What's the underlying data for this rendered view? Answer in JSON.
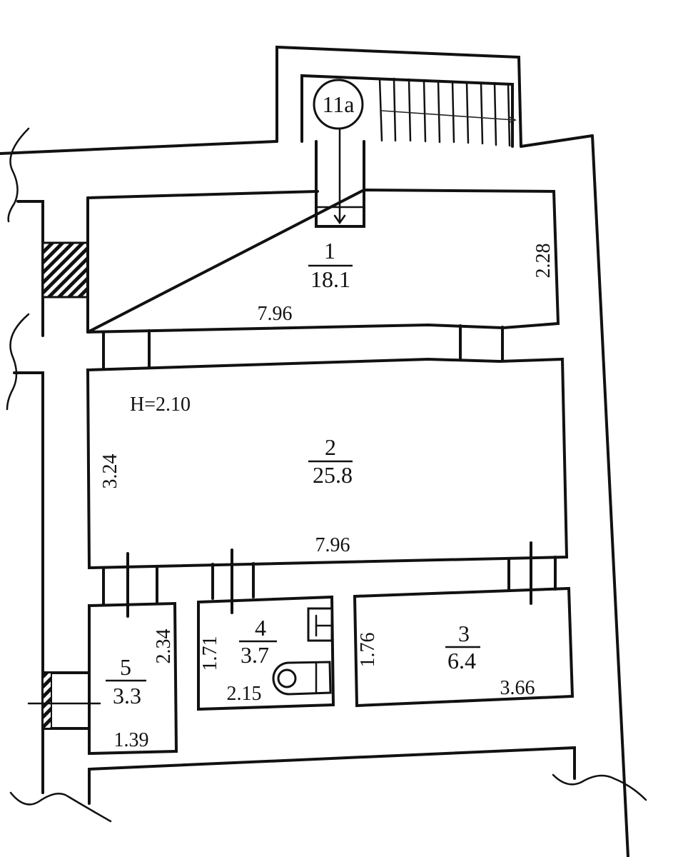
{
  "stair_marker": {
    "label": "11a"
  },
  "rooms": [
    {
      "number": "1",
      "area": "18.1",
      "length": "7.96",
      "width": "2.28"
    },
    {
      "number": "2",
      "area": "25.8",
      "length": "7.96",
      "width": "3.24",
      "height_note": "H=2.10"
    },
    {
      "number": "3",
      "area": "6.4",
      "length": "3.66",
      "width": "1.76"
    },
    {
      "number": "4",
      "area": "3.7",
      "length": "2.15",
      "width": "1.71",
      "fixtures": [
        "sink-icon",
        "toilet-icon"
      ]
    },
    {
      "number": "5",
      "area": "3.3",
      "length": "1.39",
      "width": "2.34"
    }
  ],
  "colors": {
    "line": "#111111",
    "background": "#ffffff"
  }
}
